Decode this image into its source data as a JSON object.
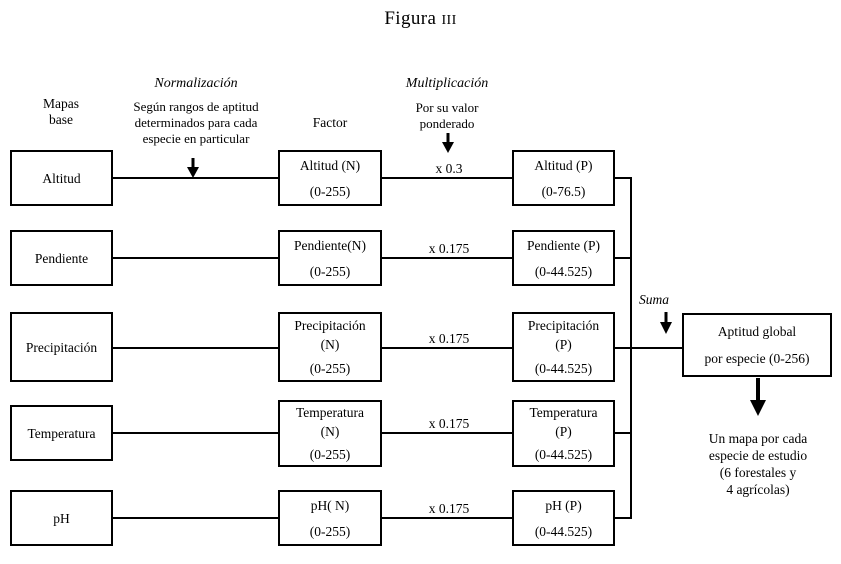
{
  "figure": {
    "title_main": "Figura",
    "title_numeral": "III"
  },
  "columns": {
    "base": {
      "line1": "Mapas",
      "line2": "base"
    },
    "normalization": {
      "heading": "Normalización",
      "desc1": "Según rangos de aptitud",
      "desc2": "determinados para cada",
      "desc3": "especie en particular",
      "arrow": "down-arrow-icon"
    },
    "factor": {
      "heading": "Factor"
    },
    "multiplication": {
      "heading": "Multiplicación",
      "desc1": "Por su valor",
      "desc2": "ponderado",
      "arrow": "down-arrow-icon"
    }
  },
  "rows": [
    {
      "id": "altitud",
      "base": {
        "label": "Altitud"
      },
      "normalized": {
        "line1": "Altitud (N)",
        "line2": "(0-255)"
      },
      "multiplier": "x 0.3",
      "weighted": {
        "line1": "Altitud (P)",
        "line2": "(0-76.5)"
      }
    },
    {
      "id": "pendiente",
      "base": {
        "label": "Pendiente"
      },
      "normalized": {
        "line1": "Pendiente(N)",
        "line2": "(0-255)"
      },
      "multiplier": "x 0.175",
      "weighted": {
        "line1": "Pendiente (P)",
        "line2": "(0-44.525)"
      }
    },
    {
      "id": "precipitacion",
      "base": {
        "label": "Precipitación"
      },
      "normalized": {
        "line1": "Precipitación",
        "line2": "(N)",
        "line3": "(0-255)"
      },
      "multiplier": "x 0.175",
      "weighted": {
        "line1": "Precipitación",
        "line2": "(P)",
        "line3": "(0-44.525)"
      }
    },
    {
      "id": "temperatura",
      "base": {
        "label": "Temperatura"
      },
      "normalized": {
        "line1": "Temperatura",
        "line2": "(N)",
        "line3": "(0-255)"
      },
      "multiplier": "x 0.175",
      "weighted": {
        "line1": "Temperatura",
        "line2": "(P)",
        "line3": "(0-44.525)"
      }
    },
    {
      "id": "ph",
      "base": {
        "label": "pH"
      },
      "normalized": {
        "line1": "pH( N)",
        "line2": "(0-255)"
      },
      "multiplier": "x 0.175",
      "weighted": {
        "line1": "pH (P)",
        "line2": "(0-44.525)"
      }
    }
  ],
  "aggregation": {
    "label": "Suma",
    "arrow": "down-arrow-icon",
    "result": {
      "line1": "Aptitud global",
      "line2": "por especie (0-256)"
    }
  },
  "output": {
    "arrow": "down-arrow-icon",
    "line1": "Un mapa por cada",
    "line2": "especie de estudio",
    "line3": "(6 forestales y",
    "line4": "4 agrícolas)"
  },
  "colors": {
    "stroke": "#000000",
    "background": "#ffffff"
  }
}
